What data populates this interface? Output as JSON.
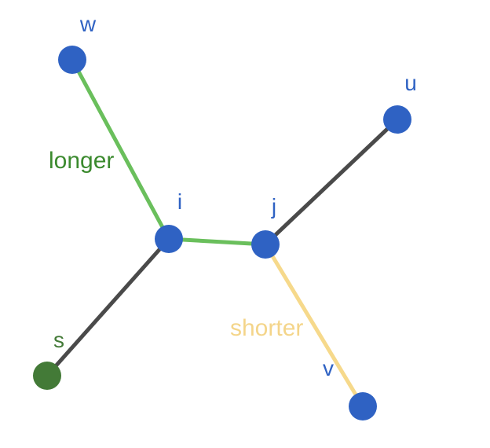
{
  "colors": {
    "node_blue": "#2f62c3",
    "node_green": "#437a37",
    "edge_dark": "#4a4a4a",
    "edge_green": "#6abf5c",
    "edge_yellow": "#f6d98b",
    "label_blue": "#2f62c3",
    "label_green": "#3b8a2e",
    "label_yellow": "#f4d58a",
    "label_s": "#437a37"
  },
  "nodes": {
    "w": {
      "label": "w"
    },
    "u": {
      "label": "u"
    },
    "i": {
      "label": "i"
    },
    "j": {
      "label": "j"
    },
    "s": {
      "label": "s"
    },
    "v": {
      "label": "v"
    }
  },
  "edge_labels": {
    "longer": "longer",
    "shorter": "shorter"
  }
}
